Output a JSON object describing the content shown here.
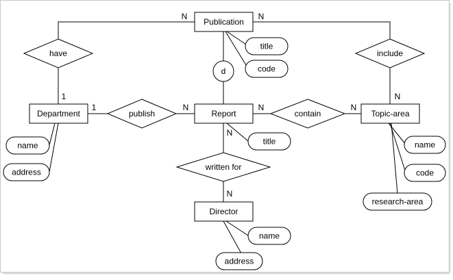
{
  "entities": {
    "publication": "Publication",
    "department": "Department",
    "report": "Report",
    "topic_area": "Topic-area",
    "director": "Director"
  },
  "relationships": {
    "have": "have",
    "include": "include",
    "publish": "publish",
    "contain": "contain",
    "written_for": "written for"
  },
  "attributes": {
    "publication_title": "title",
    "publication_code": "code",
    "department_name": "name",
    "department_address": "address",
    "report_title": "title",
    "topic_name": "name",
    "topic_code": "code",
    "topic_research_area": "research-area",
    "director_name": "name",
    "director_address": "address"
  },
  "specialization": "d",
  "cardinalities": {
    "have_publication": "N",
    "have_department": "1",
    "include_publication": "N",
    "include_topic": "N",
    "publish_department": "1",
    "publish_report": "N",
    "contain_report": "N",
    "contain_topic": "N",
    "written_for_report": "N",
    "written_for_director": "N"
  }
}
